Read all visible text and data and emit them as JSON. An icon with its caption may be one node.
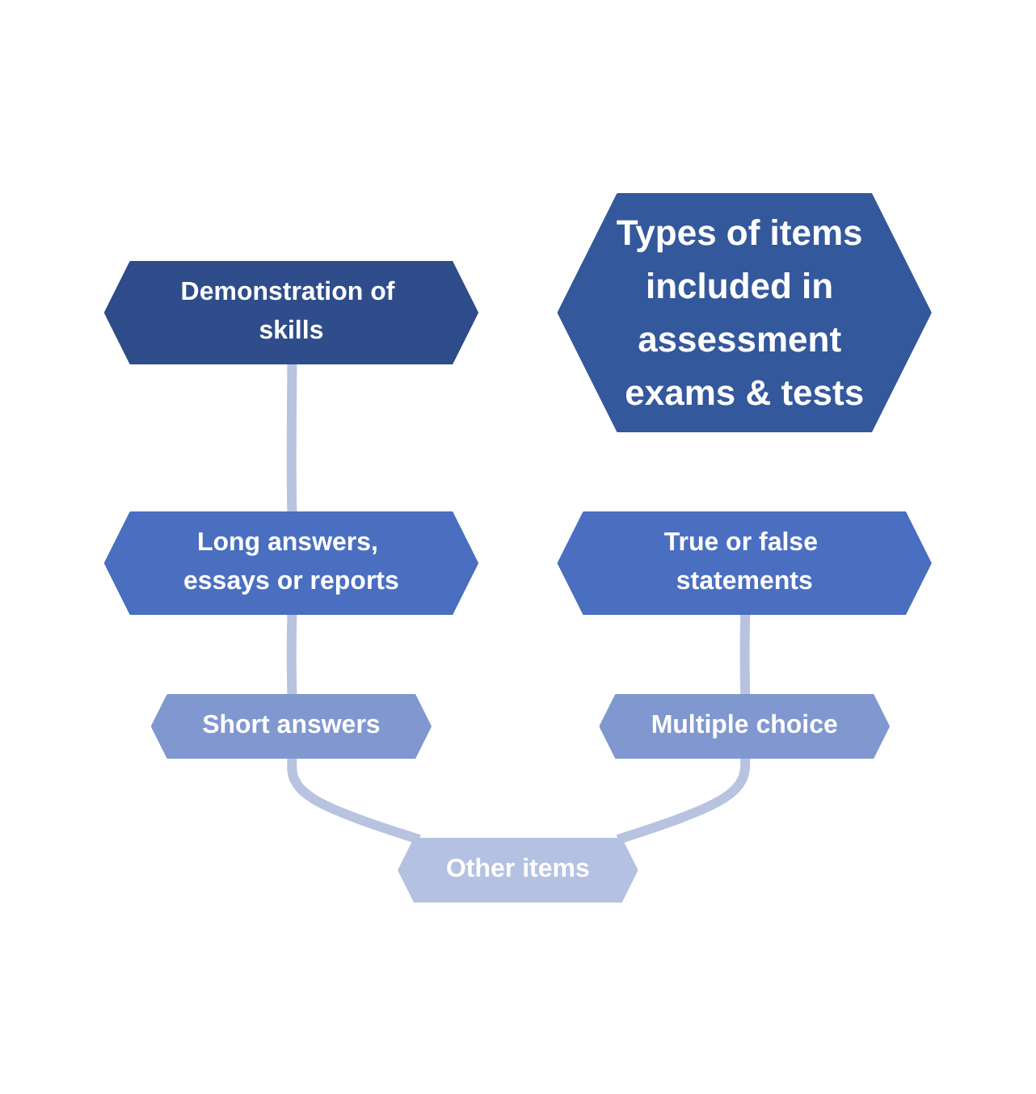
{
  "diagram": {
    "nodes": [
      {
        "text": [
          "Demonstration of skills"
        ]
      },
      {
        "text": [
          "True or false statements"
        ]
      },
      {
        "text": [
          "Long answers, essays or reports"
        ]
      },
      {
        "text": [
          "Types of items included in assessment exams & tests"
        ]
      },
      {
        "text": [
          "Multiple choice"
        ]
      },
      {
        "text": [
          "Short answers"
        ]
      },
      {
        "text": [
          "Other items"
        ]
      }
    ],
    "edges": [
      {
        "from": 0,
        "to": 2,
        "arrow": "none"
      },
      {
        "from": 2,
        "to": 5,
        "arrow": "none"
      },
      {
        "from": 5,
        "to": 6,
        "arrow": "none"
      },
      {
        "from": 1,
        "to": 4,
        "arrow": "none"
      },
      {
        "from": 4,
        "to": 6,
        "arrow": "none"
      }
    ]
  }
}
